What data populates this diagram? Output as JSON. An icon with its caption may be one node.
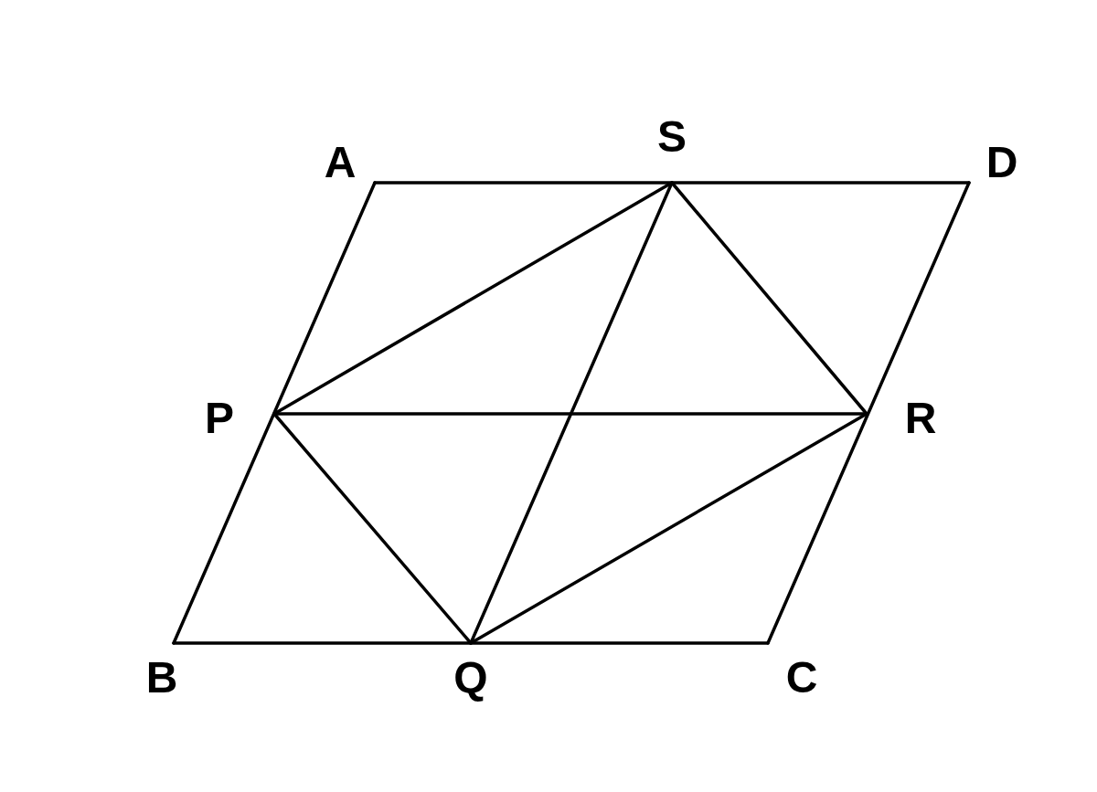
{
  "diagram": {
    "labels": [
      "S",
      "A",
      "D",
      "P",
      "R",
      "B",
      "Q",
      "C"
    ]
  }
}
